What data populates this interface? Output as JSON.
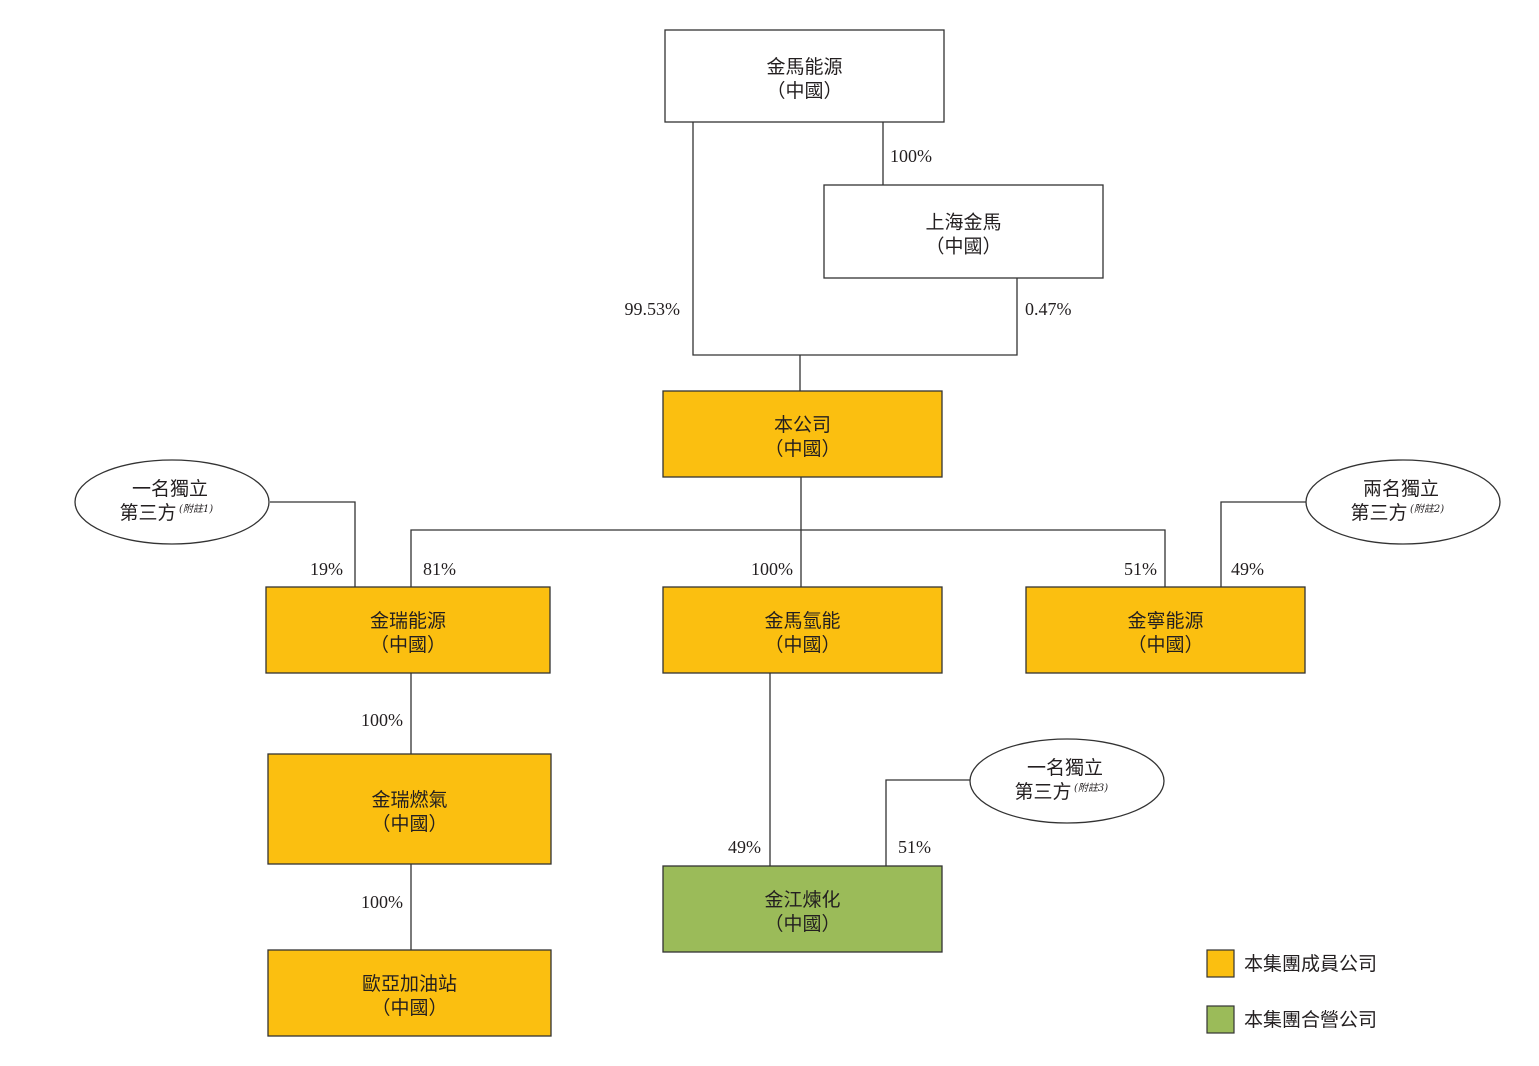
{
  "title": "Group shareholding structure",
  "colors": {
    "member": "#fbbf10",
    "jv": "#9bbb59",
    "plain": "#ffffff",
    "border": "#333333"
  },
  "entities": [
    {
      "id": "jinma_energy",
      "name": "金馬能源",
      "region": "（中國）",
      "type": "plain"
    },
    {
      "id": "shanghai_jinma",
      "name": "上海金馬",
      "region": "（中國）",
      "type": "plain"
    },
    {
      "id": "company",
      "name": "本公司",
      "region": "（中國）",
      "type": "member"
    },
    {
      "id": "jinrui_energy",
      "name": "金瑞能源",
      "region": "（中國）",
      "type": "member"
    },
    {
      "id": "jinma_hydrogen",
      "name": "金馬氫能",
      "region": "（中國）",
      "type": "member"
    },
    {
      "id": "jinning_energy",
      "name": "金寧能源",
      "region": "（中國）",
      "type": "member"
    },
    {
      "id": "jinrui_gas",
      "name": "金瑞燃氣",
      "region": "（中國）",
      "type": "member"
    },
    {
      "id": "ouya_station",
      "name": "歐亞加油站",
      "region": "（中國）",
      "type": "member"
    },
    {
      "id": "jinjiang_refining",
      "name": "金江煉化",
      "region": "（中國）",
      "type": "jv"
    }
  ],
  "third_parties": [
    {
      "id": "tp1",
      "line1": "一名獨立",
      "line2": "第三方",
      "note": "(附註1)"
    },
    {
      "id": "tp2",
      "line1": "兩名獨立",
      "line2": "第三方",
      "note": "(附註2)"
    },
    {
      "id": "tp3",
      "line1": "一名獨立",
      "line2": "第三方",
      "note": "(附註3)"
    }
  ],
  "ownership": [
    {
      "from": "jinma_energy",
      "to": "shanghai_jinma",
      "pct": "100%"
    },
    {
      "from": "jinma_energy",
      "to": "company",
      "pct": "99.53%"
    },
    {
      "from": "shanghai_jinma",
      "to": "company",
      "pct": "0.47%"
    },
    {
      "from": "tp1",
      "to": "jinrui_energy",
      "pct": "19%"
    },
    {
      "from": "company",
      "to": "jinrui_energy",
      "pct": "81%"
    },
    {
      "from": "company",
      "to": "jinma_hydrogen",
      "pct": "100%"
    },
    {
      "from": "company",
      "to": "jinning_energy",
      "pct": "51%"
    },
    {
      "from": "tp2",
      "to": "jinning_energy",
      "pct": "49%"
    },
    {
      "from": "jinrui_energy",
      "to": "jinrui_gas",
      "pct": "100%"
    },
    {
      "from": "jinrui_gas",
      "to": "ouya_station",
      "pct": "100%"
    },
    {
      "from": "jinma_hydrogen",
      "to": "jinjiang_refining",
      "pct": "49%"
    },
    {
      "from": "tp3",
      "to": "jinjiang_refining",
      "pct": "51%"
    }
  ],
  "legend": [
    {
      "label": "本集團成員公司",
      "type": "member"
    },
    {
      "label": "本集團合營公司",
      "type": "jv"
    }
  ]
}
